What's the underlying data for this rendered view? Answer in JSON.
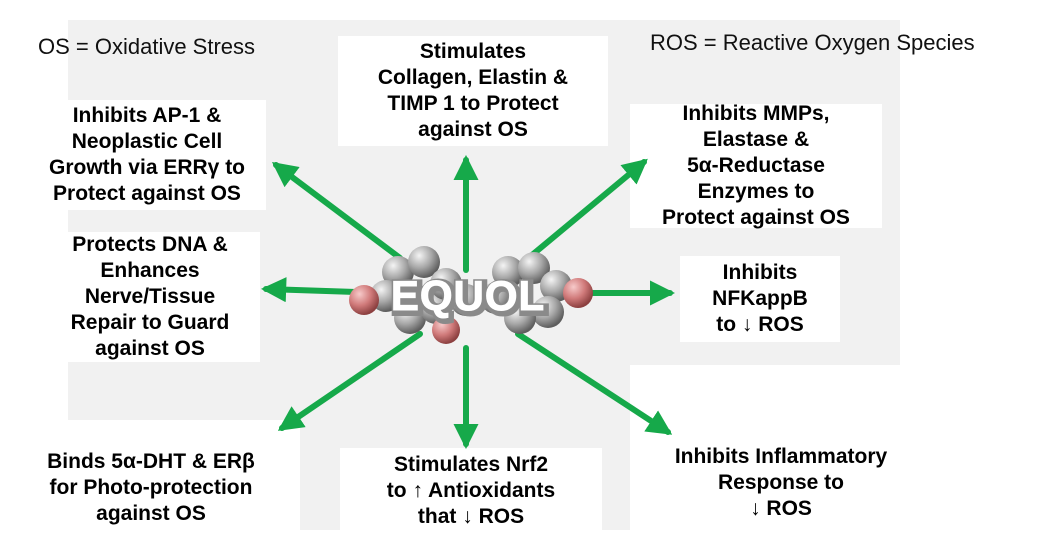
{
  "legend": {
    "os": "OS = Oxidative Stress",
    "ros": "ROS = Reactive Oxygen Species"
  },
  "center": {
    "label": "EQUOL"
  },
  "effects": {
    "top": "Stimulates\nCollagen, Elastin &\nTIMP 1 to Protect\nagainst OS",
    "top_left": "Inhibits AP-1 &\nNeoplastic Cell\nGrowth via ERRγ to\nProtect against OS",
    "top_right": "Inhibits MMPs,\nElastase &\n5α-Reductase\nEnzymes to\nProtect against OS",
    "left": "Protects DNA &\nEnhances\nNerve/Tissue\nRepair to Guard\nagainst OS",
    "right": "Inhibits\nNFKappB\nto ↓ ROS",
    "bottom_left": "Binds 5α-DHT & ERβ\nfor Photo-protection\nagainst OS",
    "bottom": "Stimulates Nrf2\nto ↑ Antioxidants\nthat ↓ ROS",
    "bottom_right": "Inhibits Inflammatory\nResponse to\n↓ ROS"
  },
  "colors": {
    "arrow": "#16a94a",
    "atom_gray": "#a8a8a8",
    "atom_red": "#d07a7a",
    "panel": "#f1f1f1"
  }
}
